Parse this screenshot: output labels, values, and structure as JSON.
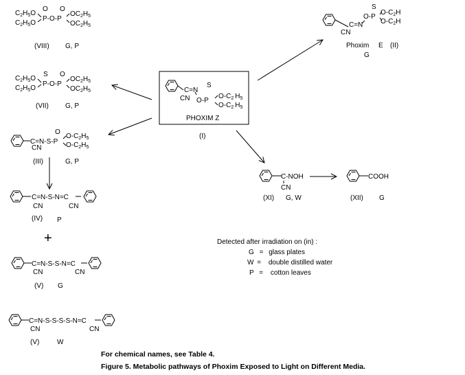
{
  "center": {
    "name": "PHOXIM  Z",
    "id": "(I)",
    "frag": {
      "s": "S",
      "cn": "CN",
      "cn_eq": "C=N",
      "op": "O-P",
      "oc2h5_1": "O-C",
      "oc2h5_2": "O-C",
      "h5": "H"
    }
  },
  "compounds": {
    "viii": {
      "id": "(VIII)",
      "media": "G, P"
    },
    "vii": {
      "id": "(VII)",
      "media": "G, P"
    },
    "iii": {
      "id": "(III)",
      "media": "G, P"
    },
    "iv": {
      "id": "(IV)",
      "media": "P"
    },
    "v1": {
      "id": "(V)",
      "media": "G"
    },
    "v2": {
      "id": "(V)",
      "media": "W"
    },
    "ii": {
      "name": "Phoxim",
      "isomer": "E",
      "id": "(II)",
      "media": "G"
    },
    "xi": {
      "id": "(XI)",
      "media": "G, W"
    },
    "xii": {
      "id": "(XII)",
      "media": "G"
    }
  },
  "formulas": {
    "viii": {
      "left": "C2H5O",
      "p_o_p": "P-O-P",
      "o": "O",
      "right": "OC2H5"
    },
    "vii": {
      "s": "S",
      "o": "O",
      "p_o_p": "P-O-P"
    },
    "iii": {
      "chain": "C=N-S-P",
      "o": "O",
      "tail": "O-C2H5"
    },
    "iv": {
      "chain": "C=N-S-N=C"
    },
    "v1": {
      "chain": "C=N-S-S-N=C"
    },
    "v2": {
      "chain": "C=N-S-S-S-S-N=C"
    },
    "ii": {
      "chain": "C=N",
      "op": "O-P",
      "s": "S",
      "tail": "O-C2H"
    },
    "xi": {
      "group": "C-NOH"
    },
    "xii": {
      "group": "COOH"
    },
    "cn": "CN",
    "plus": "+"
  },
  "legend": {
    "title": "Detected after irradiation on (in) :",
    "items": [
      {
        "key": "G",
        "eq": "=",
        "value": "glass plates"
      },
      {
        "key": "W",
        "eq": "=",
        "value": "double distilled water"
      },
      {
        "key": "P",
        "eq": "=",
        "value": "cotton leaves"
      }
    ]
  },
  "captions": {
    "note": "For chemical names, see Table 4.",
    "figure": "Figure 5.  Metabolic pathways of Phoxim Exposed to Light on Different Media."
  }
}
